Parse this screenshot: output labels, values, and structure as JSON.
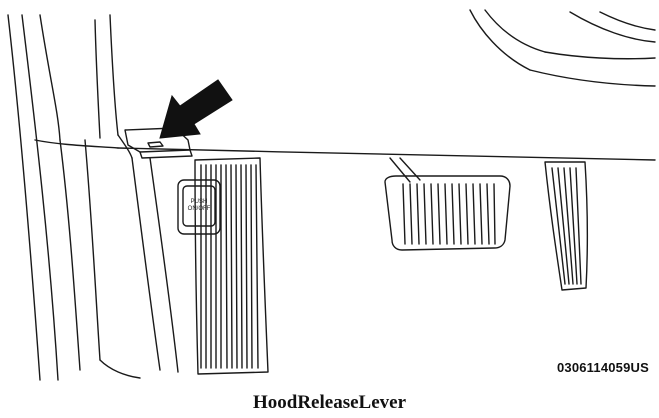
{
  "figure": {
    "code": "0306114059US",
    "switch_label_line1": "PUSH",
    "switch_label_line2": "ON/OFF"
  },
  "caption": "HoodReleaseLever",
  "colors": {
    "line": "#1a1a1a",
    "arrow": "#111111",
    "background": "#ffffff"
  }
}
